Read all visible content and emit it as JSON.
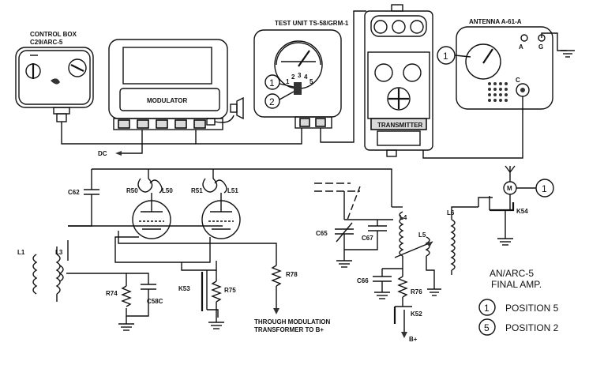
{
  "equipment": {
    "control_box": "CONTROL BOX",
    "control_box_model": "C29/ARC-5",
    "modulator": "MODULATOR",
    "test_unit": "TEST UNIT TS-58/GRM-1",
    "transmitter": "TRANSMITTER",
    "antenna": "ANTENNA A-61-A",
    "dc": "DC",
    "antenna_terminal_a": "A",
    "antenna_terminal_g": "G",
    "antenna_terminal_c": "C",
    "selector_positions": [
      "1",
      "2",
      "3",
      "4",
      "5"
    ],
    "callout_1": "1",
    "callout_2": "2"
  },
  "schematic": {
    "components": {
      "C62": "C62",
      "R50": "R50",
      "L50": "L50",
      "R51": "R51",
      "L51": "L51",
      "L1": "L1",
      "L3": "L3",
      "R74": "R74",
      "C58C": "C58C",
      "K53": "K53",
      "R75": "R75",
      "R78": "R78",
      "C65": "C65",
      "C67": "C67",
      "L4": "L4",
      "L5": "L5",
      "L6": "L6",
      "K54": "K54",
      "C66": "C66",
      "R76": "R76",
      "K52": "K52",
      "M": "M"
    },
    "note_line1": "THROUGH MODULATION",
    "note_line2": "TRANSFORMER TO B+",
    "bplus": "B+",
    "callout": "1"
  },
  "title": {
    "line1": "AN/ARC-5",
    "line2": "FINAL AMP."
  },
  "legend": [
    {
      "symbol": "1",
      "text": "POSITION 5"
    },
    {
      "symbol": "5",
      "text": "POSITION 2"
    }
  ]
}
